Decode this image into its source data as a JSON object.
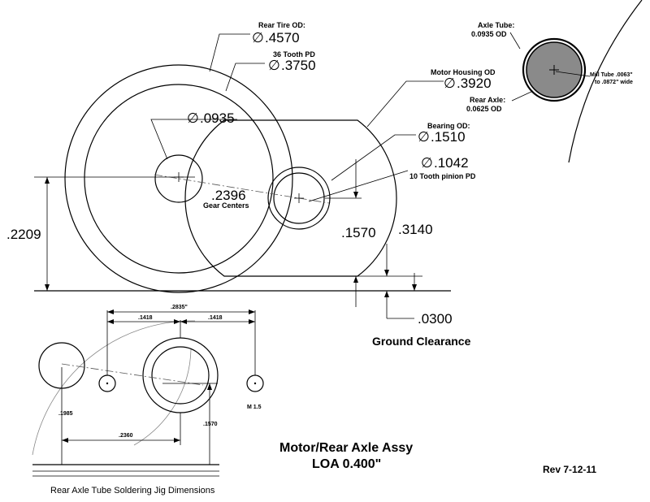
{
  "diameter_symbol": "∅",
  "main": {
    "rear_tire_od": {
      "label": "Rear Tire OD:",
      "value": ".4570"
    },
    "gear_36_pd": {
      "label": "36 Tooth PD",
      "value": ".3750"
    },
    "axle_dia": {
      "value": ".0935"
    },
    "motor_housing_od": {
      "label": "Motor Housing OD",
      "value": ".3920"
    },
    "bearing_od": {
      "label": "Bearing OD:",
      "value": ".1510"
    },
    "pinion_pd": {
      "label": "10 Tooth pinion PD",
      "value": ".1042"
    },
    "gear_centers": {
      "value": ".2396",
      "label": "Gear Centers"
    },
    "height_left": ".2209",
    "dim_1570": ".1570",
    "dim_3140": ".3140",
    "clearance": {
      "value": ".0300",
      "label": "Ground Clearance"
    }
  },
  "detail": {
    "axle_tube": {
      "label": "Axle Tube:",
      "value": "0.0935 OD"
    },
    "rear_axle": {
      "label": "Rear Axle:",
      "value": "0.0625 OD"
    },
    "mill_tube_1": "Mill Tube .0063\"",
    "mill_tube_2": "to .0872\" wide"
  },
  "jig": {
    "dim_2835": ".2835\"",
    "dim_1418_a": ".1418",
    "dim_1418_b": ".1418",
    "dim_1985": ".1985",
    "dim_2360": ".2360",
    "dim_1570": ".1570",
    "m15": "M 1.5",
    "caption": "Rear Axle Tube Soldering Jig Dimensions"
  },
  "title_line1": "Motor/Rear Axle Assy",
  "title_line2": "LOA 0.400\"",
  "revision": "Rev 7-12-11"
}
